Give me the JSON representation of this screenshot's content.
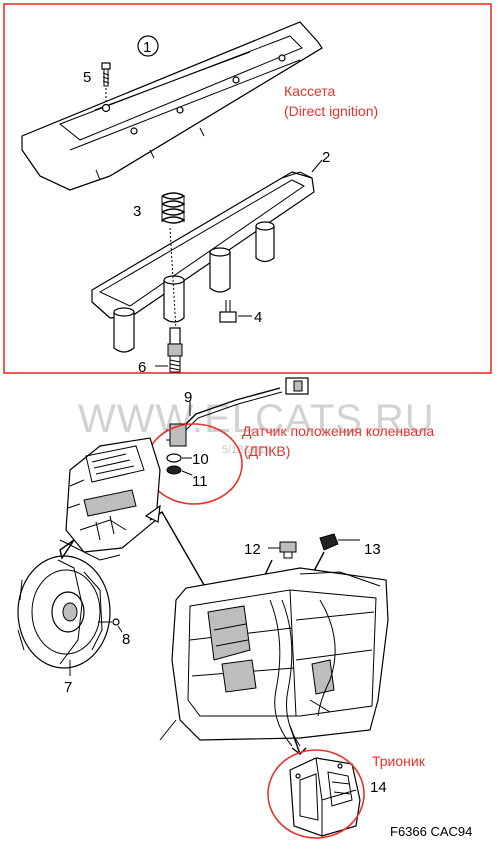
{
  "watermark": {
    "site": "WWW.ELCATS.RU",
    "date": "5/13/2019"
  },
  "callouts": {
    "c1": "1",
    "c2": "2",
    "c3": "3",
    "c4": "4",
    "c5": "5",
    "c6": "6",
    "c7": "7",
    "c8": "8",
    "c9": "9",
    "c10": "10",
    "c11": "11",
    "c12": "12",
    "c13": "13",
    "c14": "14"
  },
  "annotations": {
    "cassette_line1": "Кассета",
    "cassette_line2": "(Direct ignition)",
    "crank_sensor_line1": "Датчик положения коленвала",
    "crank_sensor_line2": "(ДПКВ)",
    "trionic": "Трионик"
  },
  "figure_code": "F6366 CAC94",
  "colors": {
    "highlight": "#e8322b",
    "ink": "#000000",
    "watermark": "#d2d2d2"
  }
}
